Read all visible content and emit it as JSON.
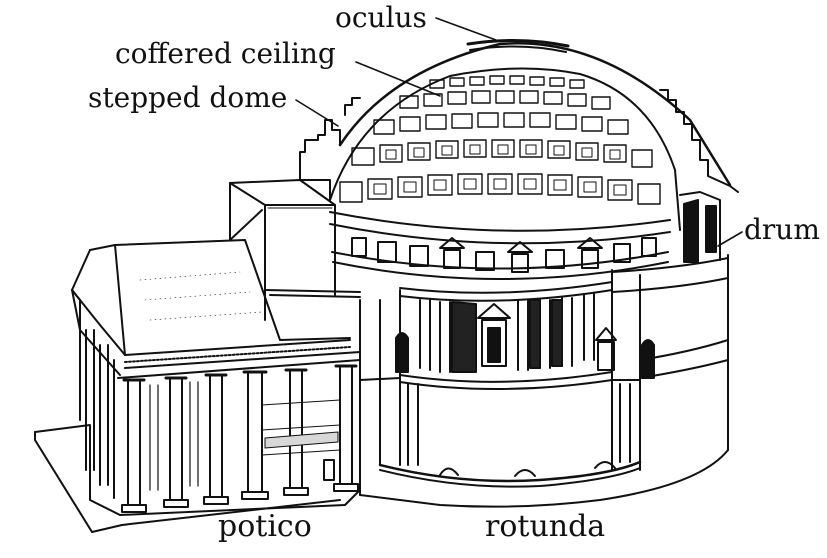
{
  "figure": {
    "labels": {
      "oculus": "oculus",
      "coffered_ceiling": "coffered ceiling",
      "stepped_dome": "stepped dome",
      "drum": "drum",
      "portico": "potico",
      "rotunda": "rotunda"
    },
    "colors": {
      "ink": "#111111",
      "background": "#ffffff",
      "shade": "#d8d8d8"
    }
  }
}
